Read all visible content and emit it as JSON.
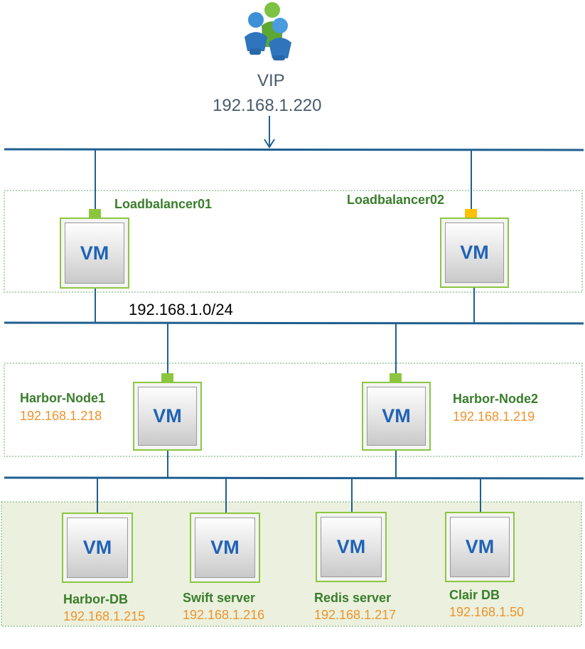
{
  "vip": {
    "label": "VIP",
    "address": "192.168.1.220"
  },
  "network": {
    "subnet": "192.168.1.0/24"
  },
  "vm_label": "VM",
  "loadbalancers": [
    {
      "name": "Loadbalancer01",
      "port_color": "#8cc63f"
    },
    {
      "name": "Loadbalancer02",
      "port_color": "#ffc000"
    }
  ],
  "harbor_nodes": [
    {
      "name": "Harbor-Node1",
      "ip": "192.168.1.218"
    },
    {
      "name": "Harbor-Node2",
      "ip": "192.168.1.219"
    }
  ],
  "backend": [
    {
      "name": "Harbor-DB",
      "ip": "192.168.1.215"
    },
    {
      "name": "Swift server",
      "ip": "192.168.1.216"
    },
    {
      "name": "Redis server",
      "ip": "192.168.1.217"
    },
    {
      "name": "Clair DB",
      "ip": "192.168.1.50"
    }
  ],
  "colors": {
    "line": "#1f5f8f",
    "node_name": "#3a7d2c",
    "node_ip": "#f0922a",
    "group_border": "#6aaa6a",
    "backend_fill": "#ebf1de"
  }
}
